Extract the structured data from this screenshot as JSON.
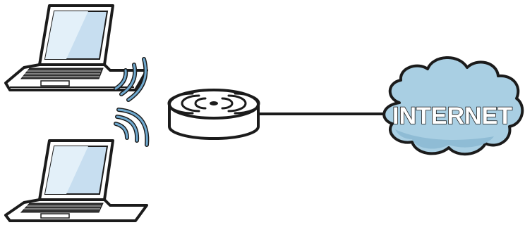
{
  "diagram": {
    "cloud_label": "INTERNET",
    "colors": {
      "outline": "#1b1b1b",
      "screen_light": "#dcecf7",
      "screen_mid": "#b7d4ea",
      "cloud_fill": "#a9cfe3",
      "cloud_shade": "#8fbcd5",
      "wave": "#6fa9cf",
      "body": "#ffffff"
    },
    "nodes": [
      {
        "id": "laptop-1",
        "kind": "laptop-icon"
      },
      {
        "id": "laptop-2",
        "kind": "laptop-icon"
      },
      {
        "id": "access-point",
        "kind": "wireless-access-point-icon"
      },
      {
        "id": "internet",
        "kind": "cloud-icon"
      }
    ],
    "links": [
      {
        "from": "laptop-1",
        "to": "access-point",
        "type": "wireless"
      },
      {
        "from": "laptop-2",
        "to": "access-point",
        "type": "wireless"
      },
      {
        "from": "access-point",
        "to": "internet",
        "type": "wired"
      }
    ]
  }
}
